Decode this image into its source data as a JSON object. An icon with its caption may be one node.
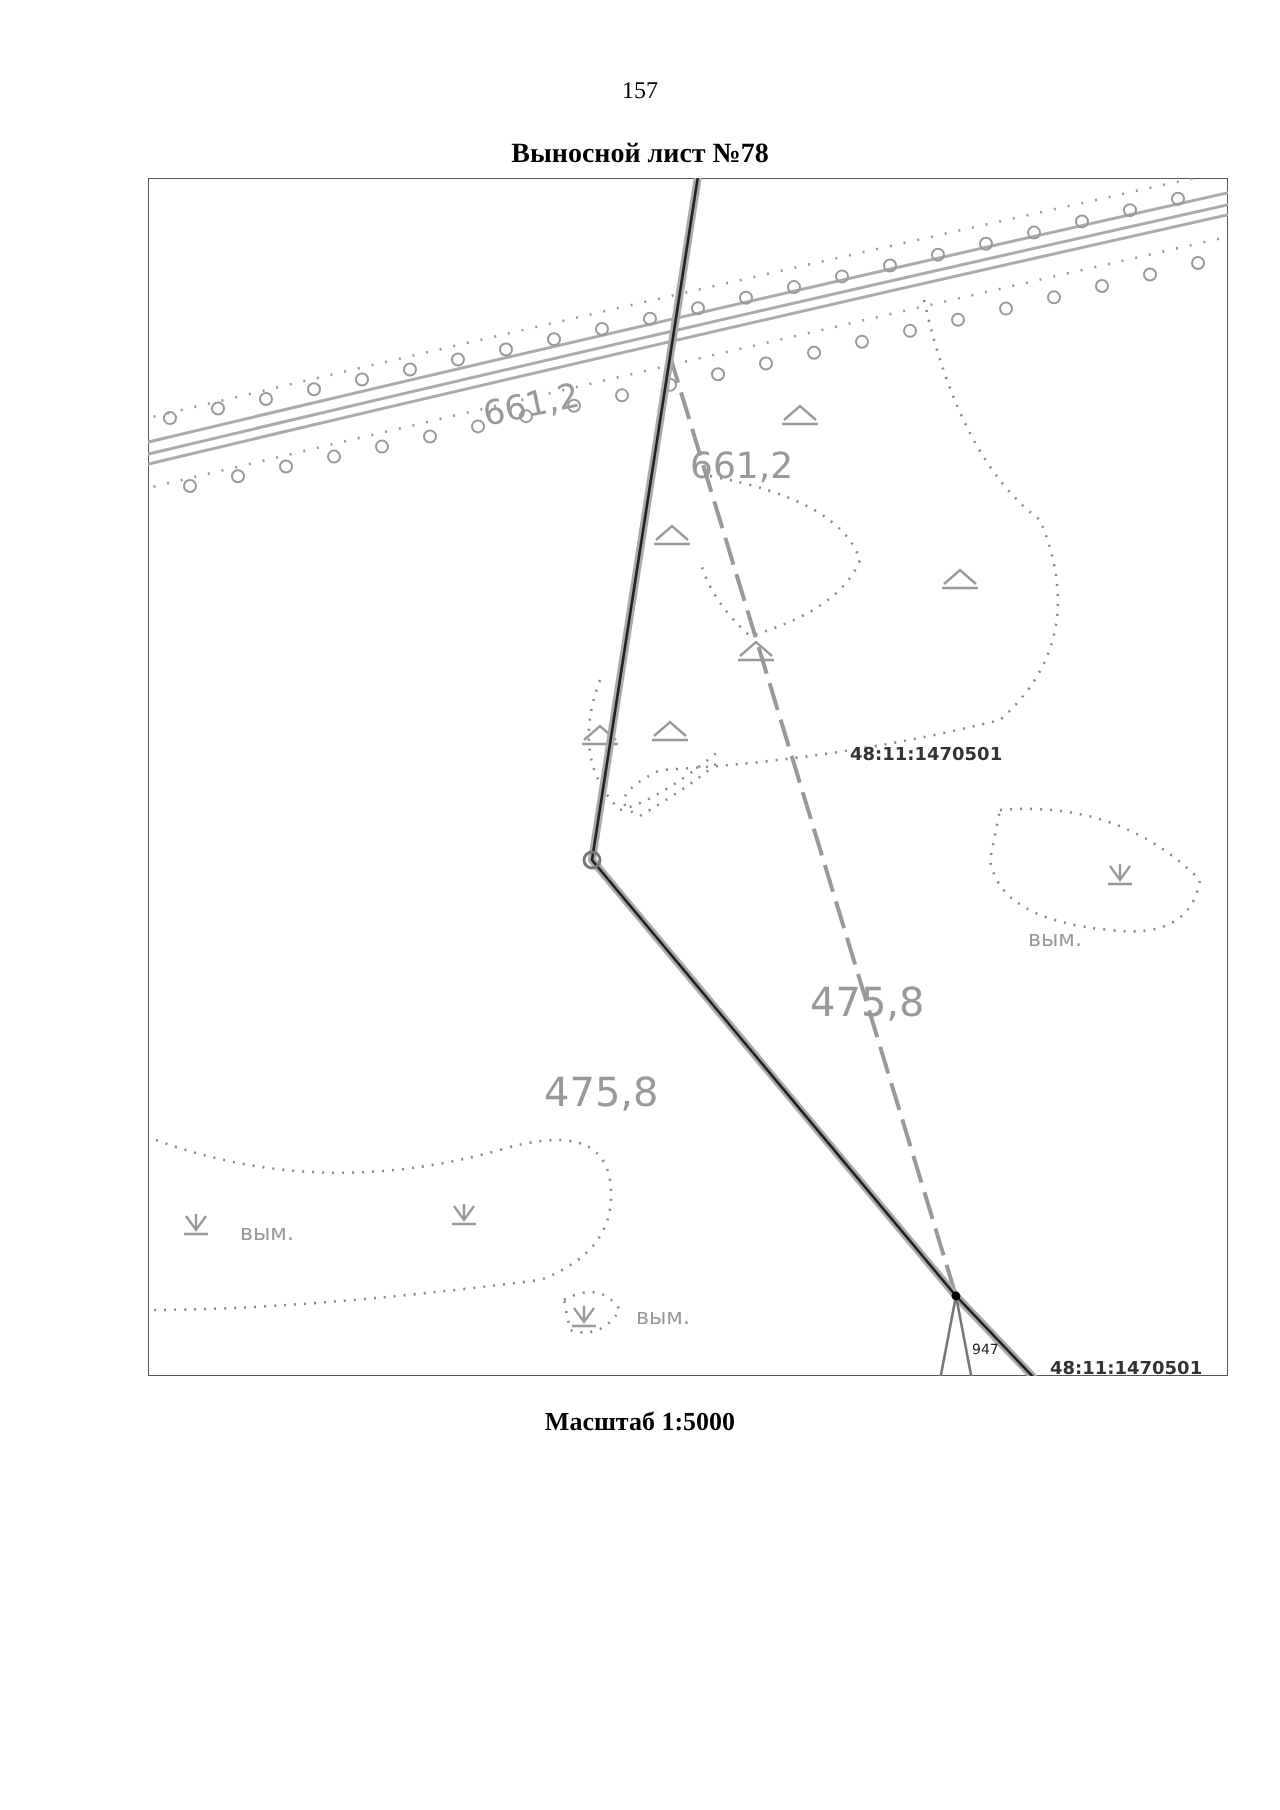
{
  "diagram": {
    "title": "Выносной лист №78",
    "caption": "Масштаб 1:5000",
    "labels": [
      "157",
      "661,2",
      "661,2",
      "48:11:1470501",
      "вым.",
      "475,8",
      "475,8",
      "вым.",
      "вым.",
      "947",
      "48:11:1470501"
    ]
  }
}
